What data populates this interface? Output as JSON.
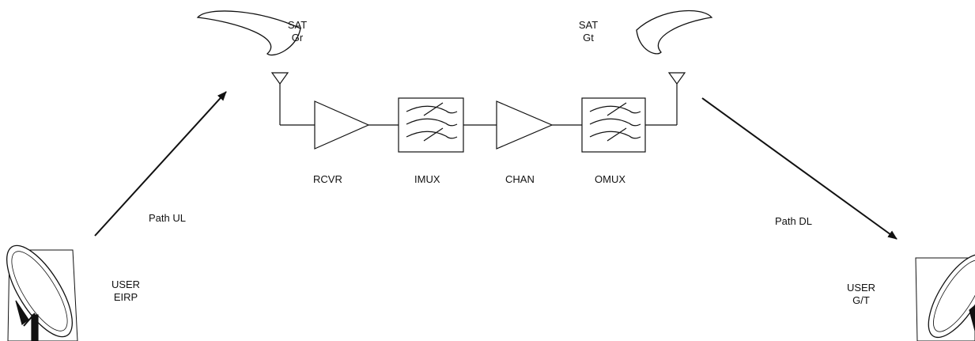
{
  "satellite": {
    "receive_label": [
      "SAT",
      "Gr"
    ],
    "transmit_label": [
      "SAT",
      "Gt"
    ]
  },
  "chain": {
    "receiver": "RCVR",
    "input_mux": "IMUX",
    "channel_amp": "CHAN",
    "output_mux": "OMUX"
  },
  "paths": {
    "uplink": "Path UL",
    "downlink": "Path DL"
  },
  "user_uplink": [
    "USER",
    "EIRP"
  ],
  "user_downlink": [
    "USER",
    "G/T"
  ],
  "colors": {
    "line": "#111111",
    "background": "#ffffff"
  }
}
